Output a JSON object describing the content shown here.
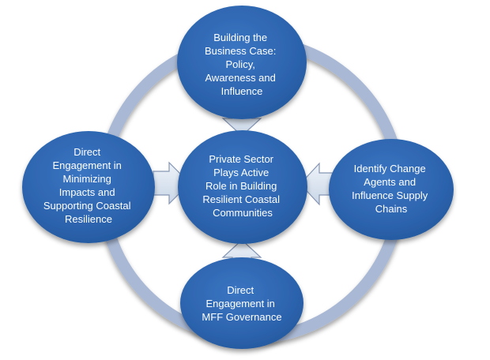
{
  "diagram": {
    "nodes": {
      "top": {
        "lines": [
          "Building the",
          "Business Case:",
          "Policy,",
          "Awareness and",
          "Influence"
        ]
      },
      "center": {
        "lines": [
          "Private Sector",
          "Plays Active",
          "Role in Building",
          "Resilient Coastal",
          "Communities"
        ]
      },
      "left": {
        "lines": [
          "Direct",
          "Engagement in",
          "Minimizing",
          "Impacts and",
          "Supporting Coastal",
          "Resilience"
        ]
      },
      "right": {
        "lines": [
          "Identify Change",
          "Agents and",
          "Influence Supply",
          "Chains"
        ]
      },
      "bottom": {
        "lines": [
          "Direct",
          "Engagement in",
          "MFF Governance"
        ]
      }
    },
    "colors": {
      "node_fill": "#2c63ad",
      "ring": "#a9b8d4",
      "arrow_fill": "#dde6f1",
      "arrow_stroke": "#8596b4"
    }
  }
}
